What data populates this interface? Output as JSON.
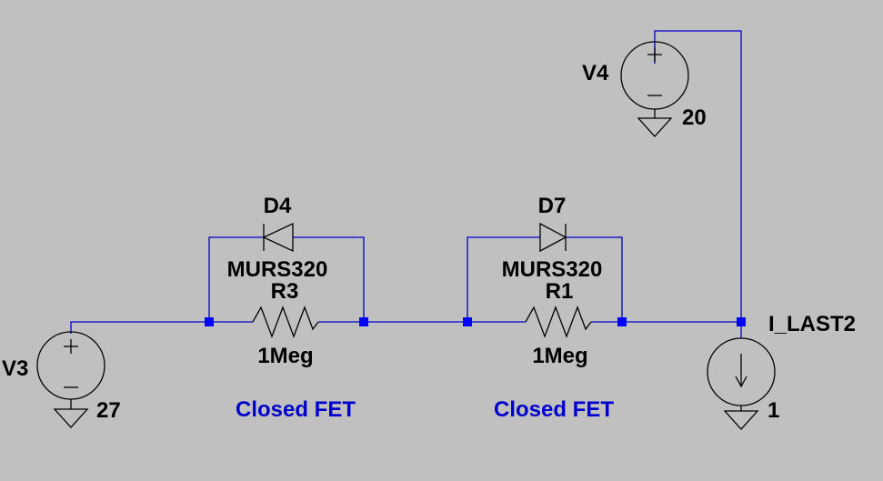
{
  "schematic": {
    "components": {
      "v3": {
        "name": "V3",
        "value": "27"
      },
      "v4": {
        "name": "V4",
        "value": "20"
      },
      "d4": {
        "name": "D4",
        "model": "MURS320"
      },
      "d7": {
        "name": "D7",
        "model": "MURS320"
      },
      "r3": {
        "name": "R3",
        "value": "1Meg"
      },
      "r1": {
        "name": "R1",
        "value": "1Meg"
      },
      "i_last2": {
        "name": "I_LAST2",
        "value": "1"
      }
    },
    "annotations": {
      "left": "Closed FET",
      "right": "Closed FET"
    },
    "colors": {
      "background": "#c0c0c0",
      "wire": "#0000cc",
      "node": "#0000ff",
      "symbol": "#000000",
      "annotation": "#0000cc"
    }
  }
}
